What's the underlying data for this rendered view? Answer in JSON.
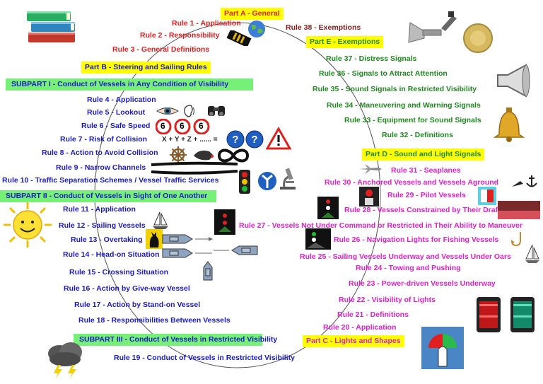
{
  "part_a": {
    "title": "Part A - General"
  },
  "part_b": {
    "title": "Part B - Steering and Sailing Rules"
  },
  "part_c": {
    "title": "Part C - Lights and Shapes"
  },
  "part_d": {
    "title": "Part D - Sound and Light Signals"
  },
  "part_e": {
    "title": "Part E - Exemptions"
  },
  "subpart1": {
    "title": "SUBPART I - Conduct of Vessels in Any Condition of Visibility"
  },
  "subpart2": {
    "title": "SUBPART II - Conduct of Vessels in Sight of One Another"
  },
  "subpart3": {
    "title": "SUBPART III - Conduct of Vessels in Restricted Visibility"
  },
  "rules": {
    "r1": "Rule 1 - Application",
    "r2": "Rule 2 - Responsibility",
    "r3": "Rule 3 - General Definitions",
    "r4": "Rule 4 - Application",
    "r5": "Rule 5 - Lookout",
    "r6": "Rule 6 - Safe Speed",
    "r7": "Rule 7 - Risk of Collision",
    "r8": "Rule 8 - Action to Avoid Collision",
    "r9": "Rule 9 - Narrow Channels",
    "r10": "Rule 10 - Traffic Separation Schemes / Vessel Traffic Services",
    "r11": "Rule 11 - Application",
    "r12": "Rule 12 - Sailing Vessels",
    "r13": "Rule 13 - Overtaking",
    "r14": "Rule 14 - Head-on Situation",
    "r15": "Rule 15 - Crossing Situation",
    "r16": "Rule 16 - Action by Give-way Vessel",
    "r17": "Rule 17 - Action by Stand-on Vessel",
    "r18": "Rule 18 - Responsibilities Between Vessels",
    "r19": "Rule 19 - Conduct of Vessels in Restricted Visibility",
    "r20": "Rule 20 - Application",
    "r21": "Rule 21 - Definitions",
    "r22": "Rule 22 - Visibility of Lights",
    "r23": "Rule 23 - Power-driven Vessels Underway",
    "r24": "Rule 24 - Towing and Pushing",
    "r25": "Rule 25 - Sailing Vessels Underway and Vessels Under Oars",
    "r26": "Rule 26 - Navigation Lights for Fishing Vessels",
    "r27": "Rule 27 - Vessels Not Under Command or Restricted in Their Ability to Maneuver",
    "r28": "Rule 28 - Vessels Constrained by Their Draft",
    "r29": "Rule 29 - Pilot Vessels",
    "r30": "Rule 30 - Anchored Vessels and Vessels Aground",
    "r31": "Rule 31 - Seaplanes",
    "r32": "Rule 32 - Definitions",
    "r33": "Rule 33 - Equipment for Sound Signals",
    "r34": "Rule 34 - Maneuvering and Warning Signals",
    "r35": "Rule 35 - Sound Signals in Restricted Visibility",
    "r36": "Rule 36 - Signals to Attract Attention",
    "r37": "Rule 37 - Distress Signals",
    "r38": "Rule 38 - Exemptions"
  },
  "speed_sign": "6",
  "formula": "X + Y + Z + ...... =",
  "colors": {
    "red": "#e02020",
    "blue": "#1a1ac8",
    "green": "#1e8a1e",
    "magenta": "#e020c8",
    "yellow": "#ffff00",
    "light_green": "#77f077"
  },
  "icons": [
    "books-icon",
    "globe-icon",
    "epaulette-icon",
    "eye-icon",
    "ear-icon",
    "binoculars-icon",
    "speed-sign-icon",
    "question-icon",
    "warning-icon",
    "ship-wheel-icon",
    "infinity-icon",
    "traffic-light-icon",
    "direction-sign-icon",
    "microscope-icon",
    "sun-icon",
    "sailboat-icon",
    "cat-icon",
    "vessel-lights-icon",
    "boat-icon",
    "storm-cloud-icon",
    "air-horn-icon",
    "gong-icon",
    "megaphone-icon",
    "bell-icon",
    "seaplane-icon",
    "anchor-icon",
    "fish-hook-icon",
    "nav-lantern-icon",
    "light-arc-icon"
  ]
}
